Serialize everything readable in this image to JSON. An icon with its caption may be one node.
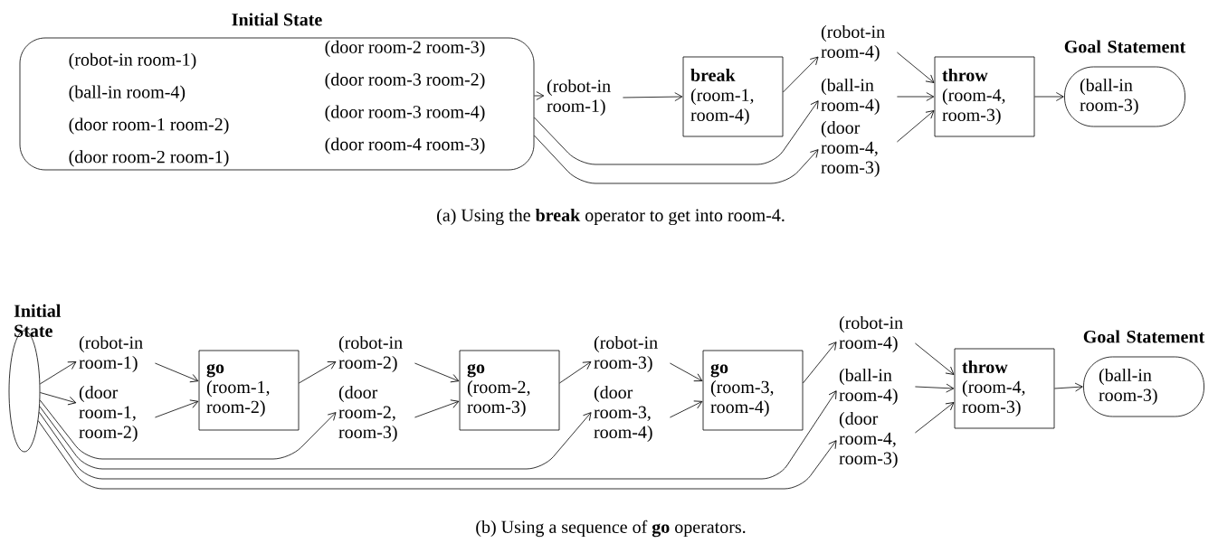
{
  "diagram": {
    "nodes": [
      {
        "text": [
          "Initial State",
          "(robot-in room-1)",
          "(door room-2 room-3)",
          "(ball-in room-4)",
          "(door room-3 room-2)",
          "(door room-1 room-2)",
          "(door room-3 room-4)",
          "(door room-2 room-1)",
          "(door room-4 room-3)"
        ]
      },
      {
        "text": [
          "(robot-in room-1)"
        ]
      },
      {
        "text": [
          "break",
          "(room-1, room-4)"
        ]
      },
      {
        "text": [
          "(robot-in room-4)"
        ]
      },
      {
        "text": [
          "(ball-in room-4)"
        ]
      },
      {
        "text": [
          "(door room-4, room-3)"
        ]
      },
      {
        "text": [
          "throw",
          "(room-4, room-3)"
        ]
      },
      {
        "text": [
          "Goal Statement",
          "(ball-in room-3)"
        ]
      },
      {
        "text": [
          "Initial State"
        ]
      },
      {
        "text": [
          "(robot-in room-1)"
        ]
      },
      {
        "text": [
          "(door room-1, room-2)"
        ]
      },
      {
        "text": [
          "go",
          "(room-1, room-2)"
        ]
      },
      {
        "text": [
          "(robot-in room-2)"
        ]
      },
      {
        "text": [
          "(door room-2, room-3)"
        ]
      },
      {
        "text": [
          "go",
          "(room-2, room-3)"
        ]
      },
      {
        "text": [
          "(robot-in room-3)"
        ]
      },
      {
        "text": [
          "(door room-3, room-4)"
        ]
      },
      {
        "text": [
          "go",
          "(room-3, room-4)"
        ]
      },
      {
        "text": [
          "(robot-in room-4)"
        ]
      },
      {
        "text": [
          "(ball-in room-4)"
        ]
      },
      {
        "text": [
          "(door room-4, room-3)"
        ]
      },
      {
        "text": [
          "throw",
          "(room-4, room-3)"
        ]
      },
      {
        "text": [
          "Goal Statement",
          "(ball-in room-3)"
        ]
      }
    ],
    "edges": [
      {
        "from": 0,
        "to": 1,
        "arrow": "to"
      },
      {
        "from": 1,
        "to": 2,
        "arrow": "to"
      },
      {
        "from": 2,
        "to": 3,
        "arrow": "to"
      },
      {
        "from": 0,
        "to": 4,
        "arrow": "to"
      },
      {
        "from": 0,
        "to": 5,
        "arrow": "to"
      },
      {
        "from": 3,
        "to": 6,
        "arrow": "to"
      },
      {
        "from": 4,
        "to": 6,
        "arrow": "to"
      },
      {
        "from": 5,
        "to": 6,
        "arrow": "to"
      },
      {
        "from": 6,
        "to": 7,
        "arrow": "to"
      },
      {
        "from": 8,
        "to": 9,
        "arrow": "to"
      },
      {
        "from": 8,
        "to": 10,
        "arrow": "to"
      },
      {
        "from": 9,
        "to": 11,
        "arrow": "to"
      },
      {
        "from": 10,
        "to": 11,
        "arrow": "to"
      },
      {
        "from": 11,
        "to": 12,
        "arrow": "to"
      },
      {
        "from": 8,
        "to": 13,
        "arrow": "to"
      },
      {
        "from": 12,
        "to": 14,
        "arrow": "to"
      },
      {
        "from": 13,
        "to": 14,
        "arrow": "to"
      },
      {
        "from": 14,
        "to": 15,
        "arrow": "to"
      },
      {
        "from": 8,
        "to": 16,
        "arrow": "to"
      },
      {
        "from": 15,
        "to": 17,
        "arrow": "to"
      },
      {
        "from": 16,
        "to": 17,
        "arrow": "to"
      },
      {
        "from": 17,
        "to": 18,
        "arrow": "to"
      },
      {
        "from": 8,
        "to": 19,
        "arrow": "to"
      },
      {
        "from": 8,
        "to": 20,
        "arrow": "to"
      },
      {
        "from": 18,
        "to": 21,
        "arrow": "to"
      },
      {
        "from": 19,
        "to": 21,
        "arrow": "to"
      },
      {
        "from": 20,
        "to": 21,
        "arrow": "to"
      },
      {
        "from": 21,
        "to": 22,
        "arrow": "to"
      }
    ],
    "labels": [
      "(a) Using the **break** operator to get into room-4.",
      "(b) Using a sequence of **go** operators."
    ]
  }
}
